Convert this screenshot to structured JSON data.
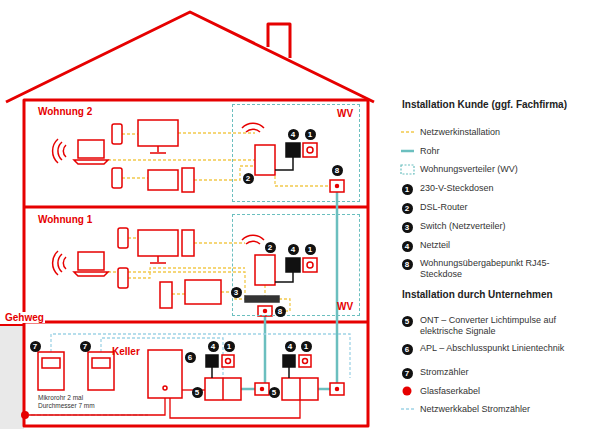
{
  "diagram": {
    "nodes": [
      {
        "text": [
          "Wohnung 2"
        ]
      },
      {
        "text": [
          "WV"
        ],
        "in": 0
      },
      {
        "text": [
          "Wohnung 1"
        ]
      },
      {
        "text": [
          "WV"
        ],
        "in": 2
      },
      {
        "text": [
          "Keller"
        ]
      }
    ],
    "labels": [
      "Gehweg",
      "Mikrorohr 2 mal Durchmesser 7 mm",
      "4",
      "1",
      "2",
      "8",
      "2",
      "4",
      "1",
      "3",
      "8",
      "7",
      "7",
      "6",
      "4",
      "1",
      "5",
      "4",
      "1",
      "5",
      "Installation Kunde (ggf. Fachfirma)",
      "1",
      "2",
      "3",
      "4",
      "8",
      "Installation durch Unternehmen",
      "5",
      "6",
      "7"
    ],
    "legend": [
      {
        "text": "Netzwerkinstallation"
      },
      {
        "text": "Rohr"
      },
      {
        "text": "Wohnungsverteiler (WV)"
      },
      {
        "text": "230-V-Steckdosen"
      },
      {
        "text": "DSL-Router"
      },
      {
        "text": "Switch (Netzverteiler)"
      },
      {
        "text": "Netzteil"
      },
      {
        "text": "Wohnungsübergabepunkt RJ45-Steckdose"
      },
      {
        "text": "ONT – Converter Lichtimpulse auf elektrische Signale"
      },
      {
        "text": "APL – Abschlusspunkt Linientechnik"
      },
      {
        "text": "Stromzähler"
      },
      {
        "text": "Glasfaserkabel"
      },
      {
        "text": "Netzwerkkabel Stromzähler"
      }
    ]
  }
}
